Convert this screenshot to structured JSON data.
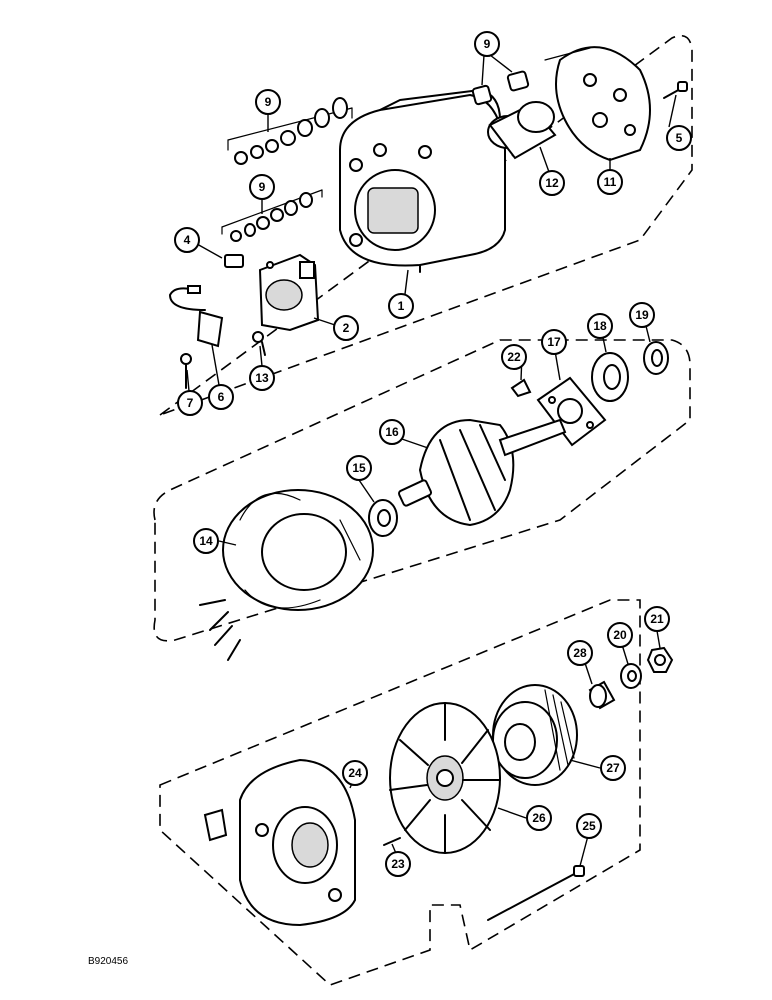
{
  "document_id": "B920456",
  "callouts": [
    {
      "label": "1"
    },
    {
      "label": "2"
    },
    {
      "label": "4"
    },
    {
      "label": "5"
    },
    {
      "label": "6"
    },
    {
      "label": "7"
    },
    {
      "label": "9"
    },
    {
      "label": "9"
    },
    {
      "label": "9"
    },
    {
      "label": "11"
    },
    {
      "label": "12"
    },
    {
      "label": "13"
    },
    {
      "label": "14"
    },
    {
      "label": "15"
    },
    {
      "label": "16"
    },
    {
      "label": "17"
    },
    {
      "label": "18"
    },
    {
      "label": "19"
    },
    {
      "label": "20"
    },
    {
      "label": "21"
    },
    {
      "label": "22"
    },
    {
      "label": "23"
    },
    {
      "label": "24"
    },
    {
      "label": "25"
    },
    {
      "label": "26"
    },
    {
      "label": "27"
    },
    {
      "label": "28"
    }
  ]
}
